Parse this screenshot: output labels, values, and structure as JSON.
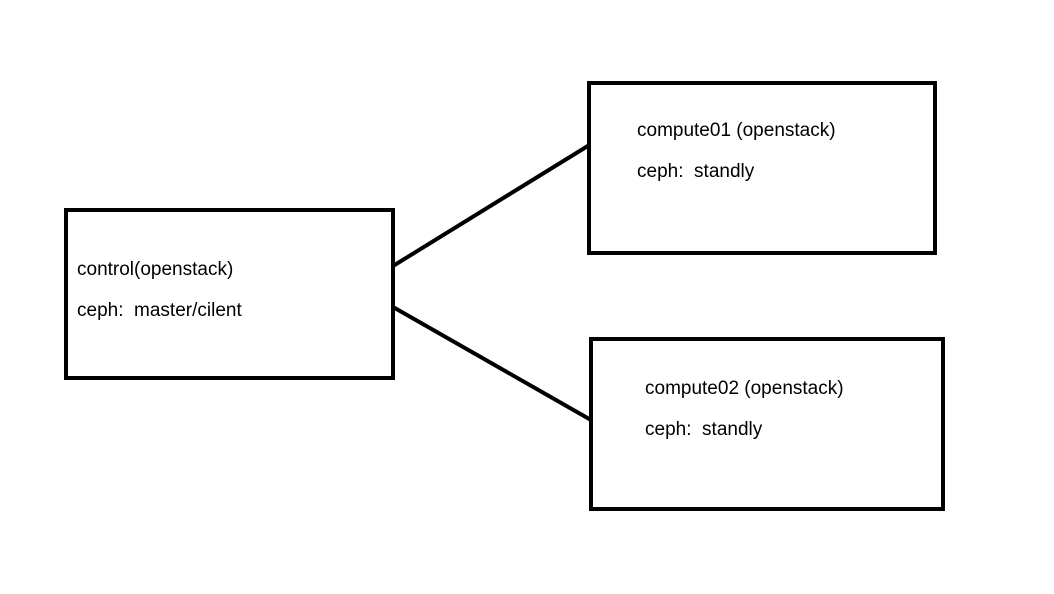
{
  "diagram": {
    "background_color": "#ffffff",
    "line_color": "#000000",
    "text_color": "#000000",
    "nodes": [
      {
        "id": "control",
        "title": "control(openstack)",
        "subtitle": "ceph:  master/cilent"
      },
      {
        "id": "compute01",
        "title": "compute01 (openstack)",
        "subtitle": "ceph:  standly"
      },
      {
        "id": "compute02",
        "title": "compute02 (openstack)",
        "subtitle": "ceph:  standly"
      }
    ],
    "edges": [
      {
        "from": "control",
        "to": "compute01"
      },
      {
        "from": "control",
        "to": "compute02"
      }
    ]
  }
}
